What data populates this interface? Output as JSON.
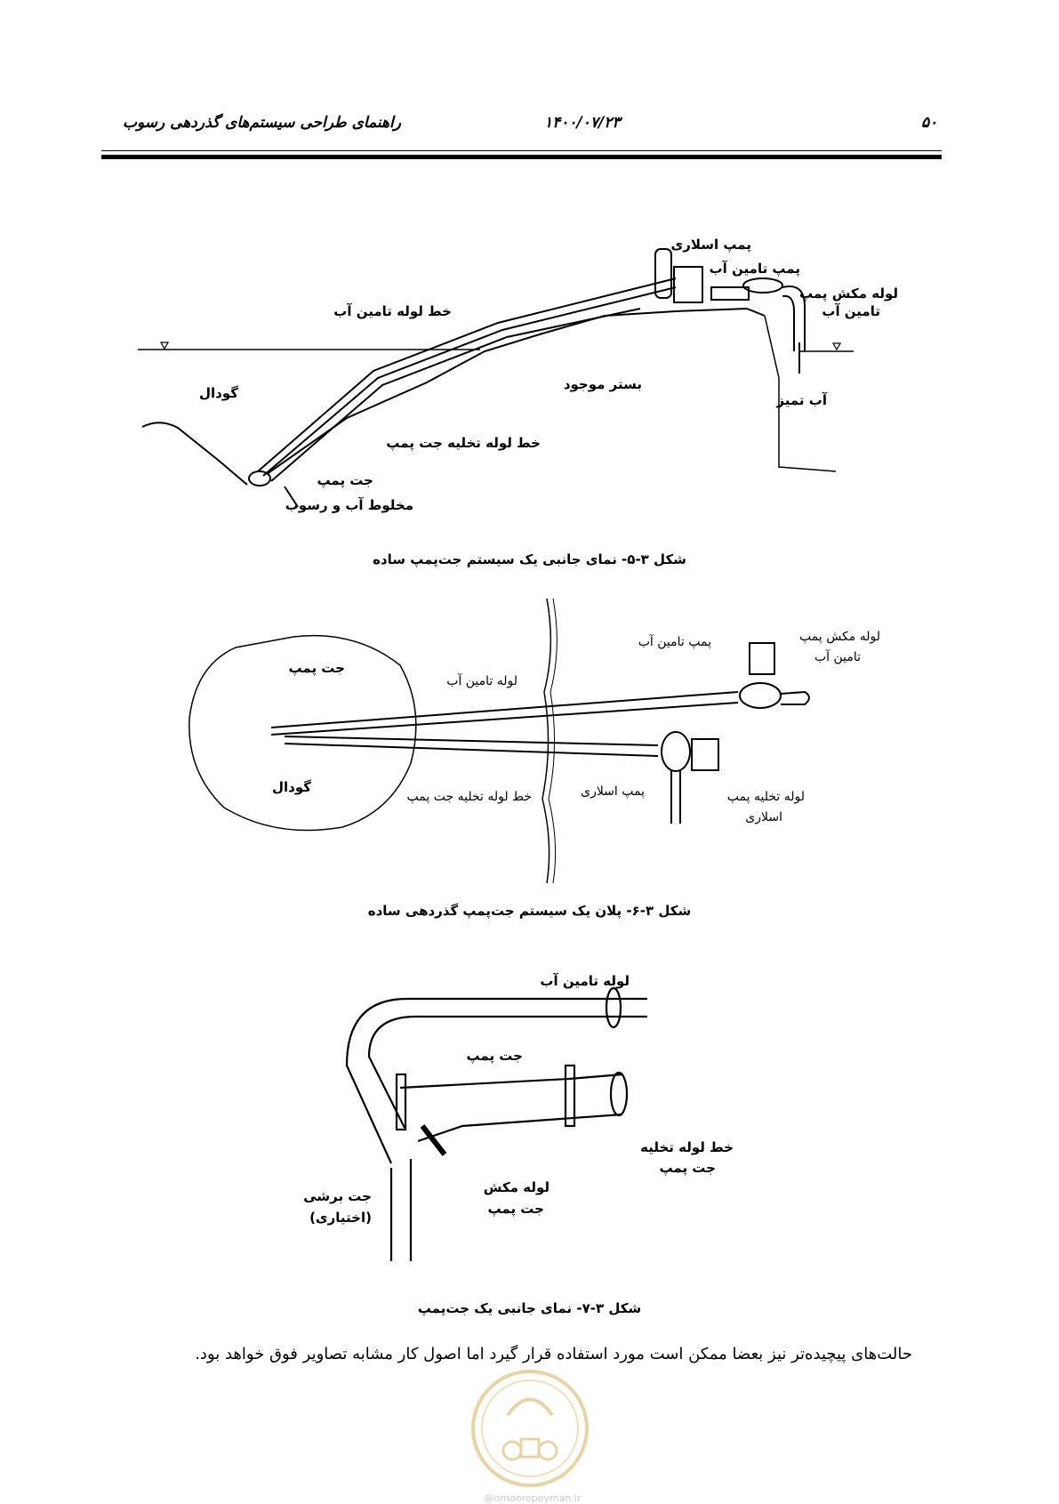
{
  "header": {
    "page_number": "۵۰",
    "date": "۱۴۰۰/۰۷/۲۳",
    "title": "راهنمای طراحی سیستم‌های گذردهی رسوب"
  },
  "figure1": {
    "caption": "شکل ۳-۵- نمای جانبی یک سیستم جت‌پمپ ساده",
    "labels": {
      "booster_pump": "پمپ اسلاری",
      "supply_pump": "پمپ تامین آب",
      "suction_line": "لوله مکش پمپ",
      "suction_line2": "تامین آب",
      "supply_line": "خط لوله تامین آب",
      "pit": "گودال",
      "bed": "بستر موجود",
      "clean_water": "آب تمیز",
      "discharge_line": "خط لوله تخلیه جت پمپ",
      "jet_pump": "جت پمپ",
      "mixture": "مخلوط آب و رسوب"
    }
  },
  "figure2": {
    "caption": "شکل ۳-۶- پلان یک سیستم جت‌پمپ گذردهی ساده",
    "labels": {
      "jet_pump": "جت پمپ",
      "supply_line": "لوله تامین آب",
      "supply_pump": "پمپ تامین آب",
      "suction_line": "لوله مکش پمپ",
      "suction_line2": "تامین آب",
      "pit": "گودال",
      "discharge_line": "خط لوله تخلیه جت پمپ",
      "booster_pump": "پمپ اسلاری",
      "booster_discharge": "لوله تخلیه پمپ",
      "booster_discharge2": "اسلاری"
    }
  },
  "figure3": {
    "caption": "شکل ۳-۷- نمای جانبی یک جت‌پمپ",
    "labels": {
      "supply_line": "لوله تامین آب",
      "jet_pump": "جت پمپ",
      "discharge_line": "خط لوله تخلیه",
      "discharge_line2": "جت پمپ",
      "cutter_jet": "جت برشی",
      "optional": "(اختیاری)",
      "suction": "لوله مکش",
      "suction2": "جت پمپ"
    }
  },
  "body_text": "حالت‌های پیچیده‌تر نیز بعضا ممکن است مورد استفاده قرار گیرد اما اصول کار مشابه تصاویر فوق خواهد بود.",
  "watermark": {
    "site": "@omoorepeyman.ir"
  }
}
